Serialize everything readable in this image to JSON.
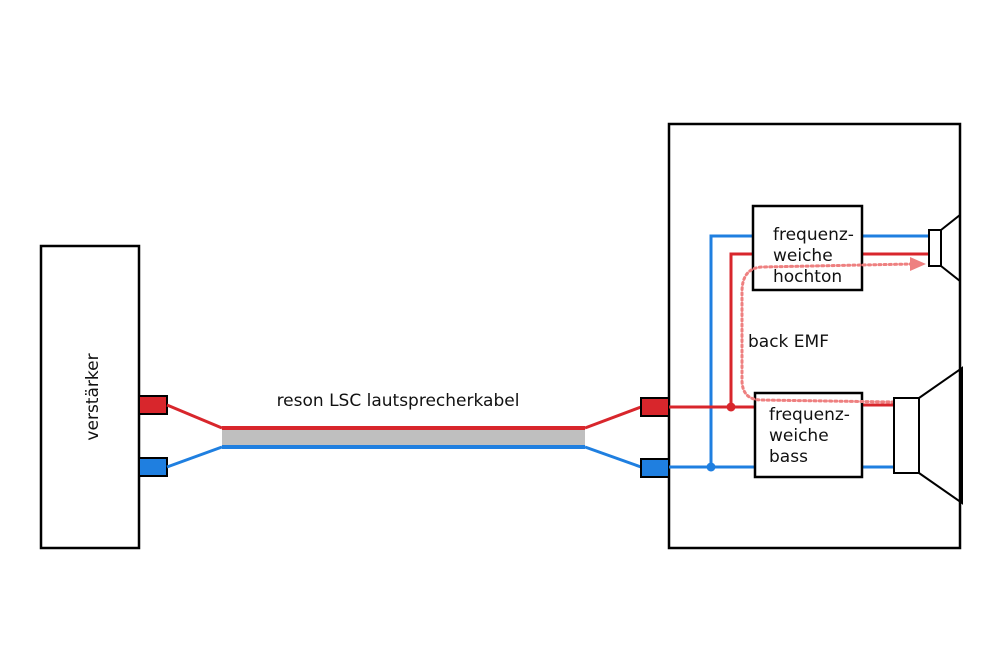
{
  "labels": {
    "amplifier": "verstärker",
    "cable": "reson LSC lautsprecherkabel",
    "back_emf": "back EMF",
    "crossover_tweeter": [
      "frequenz-",
      "weiche",
      "hochton"
    ],
    "crossover_bass": [
      "frequenz-",
      "weiche",
      "bass"
    ]
  },
  "colors": {
    "positive": "#d8262c",
    "negative": "#1f7fe0",
    "cable_sheath": "#bfbfbf",
    "back_emf": "#ee8080",
    "outline": "#000000"
  }
}
